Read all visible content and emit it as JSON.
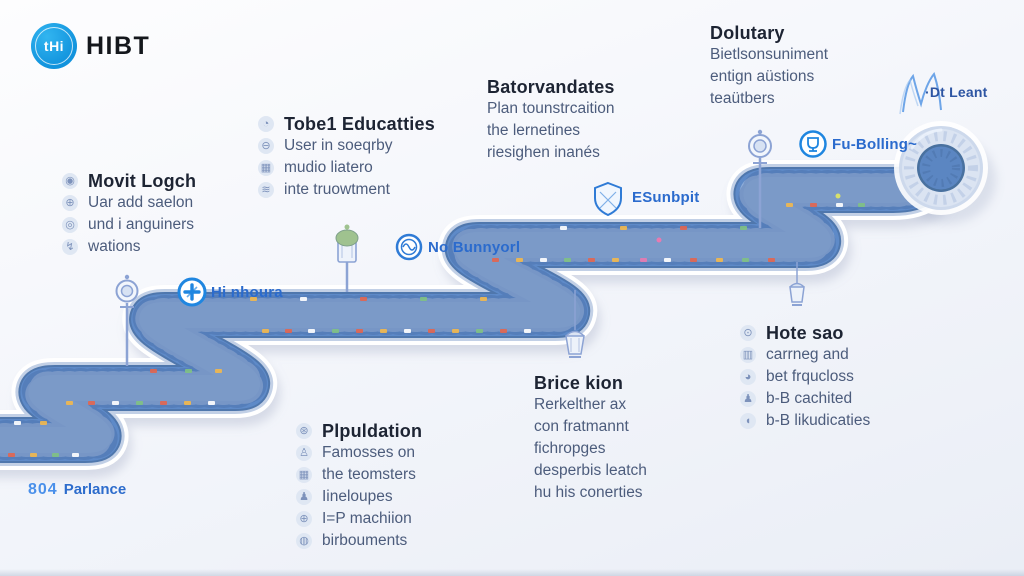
{
  "logo": {
    "monogram": "tHi",
    "name": "HIBT"
  },
  "blocks": [
    {
      "key": "movit-logch",
      "title": "Movit Logch",
      "title_icon": "◉",
      "items": [
        {
          "icon": "⊕",
          "label": "Uar add saelon"
        },
        {
          "icon": "◎",
          "label": "und i anguiners"
        },
        {
          "icon": "↯",
          "label": "wations"
        }
      ]
    },
    {
      "key": "tobe1-educatties",
      "title": "Tobe1 Educatties",
      "title_icon": "◔",
      "items": [
        {
          "icon": "⊖",
          "label": "User in soeqrby"
        },
        {
          "icon": "▦",
          "label": "mudio liatero"
        },
        {
          "icon": "≋",
          "label": "inte truowtment"
        }
      ]
    },
    {
      "key": "batorvandates",
      "title": "Batorvandates",
      "items": [
        {
          "label": "Plan tounstrcaition"
        },
        {
          "label": "the lernetines"
        },
        {
          "label": "riesighen inanés"
        }
      ]
    },
    {
      "key": "dolutary",
      "title": "Dolutary",
      "items": [
        {
          "label": "Bietlsonsuniment"
        },
        {
          "label": "entign aüstions"
        },
        {
          "label": "teaütbers"
        }
      ]
    },
    {
      "key": "brice-kion",
      "title": "Brice kion",
      "items": [
        {
          "label": "Rerkelther ax"
        },
        {
          "label": "con fratmannt"
        },
        {
          "label": "fichropges"
        },
        {
          "label": "desperbis leatch"
        },
        {
          "label": "hu his conerties"
        }
      ]
    },
    {
      "key": "hote-sao",
      "title": "Hote sao",
      "title_icon": "⊙",
      "items": [
        {
          "icon": "▥",
          "label": "carrneg and"
        },
        {
          "icon": "◕",
          "label": "bet frqucloss"
        },
        {
          "icon": "♟",
          "label": "b-B cachited"
        },
        {
          "icon": "◖",
          "label": "b-B likudicaties"
        }
      ]
    },
    {
      "key": "plpuldation",
      "title": "Plpuldation",
      "title_icon": "⊛",
      "items": [
        {
          "icon": "♙",
          "label": "Famosses on"
        },
        {
          "icon": "▦",
          "label": "the teomsters"
        },
        {
          "icon": "♟",
          "label": "Iineloupes"
        },
        {
          "icon": "⊕",
          "label": "I=P machiion"
        },
        {
          "icon": "◍",
          "label": "birbouments"
        }
      ]
    }
  ],
  "road_badges": [
    {
      "key": "hi-nhoura",
      "label": "Hi nhoura"
    },
    {
      "key": "no-bunnyorl",
      "label": "No Bunnyorl"
    },
    {
      "key": "esunbpit",
      "label": "ESunbpit"
    },
    {
      "key": "fu-bolling",
      "label": "Fu-Bolling~"
    },
    {
      "key": "dt-leant",
      "label": "·Dt Leant"
    }
  ],
  "footer_badge": {
    "number": "804",
    "label": "Parlance"
  },
  "colors": {
    "accent_blue": "#1f86e0",
    "road_blue": "#5e8ac8",
    "badge_blue": "#2b6bcd",
    "text_dark": "#1d2433",
    "text_body": "#4c5c7c"
  }
}
